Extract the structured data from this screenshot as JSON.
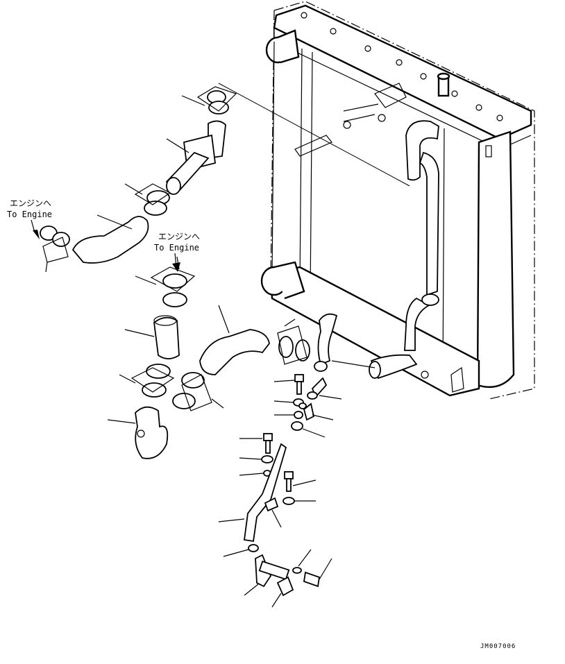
{
  "labels": {
    "engine_jp_1": "エンジンへ",
    "engine_en_1": "To Engine",
    "engine_jp_2": "エンジンへ",
    "engine_en_2": "To Engine"
  },
  "drawing_code": "JM007006"
}
